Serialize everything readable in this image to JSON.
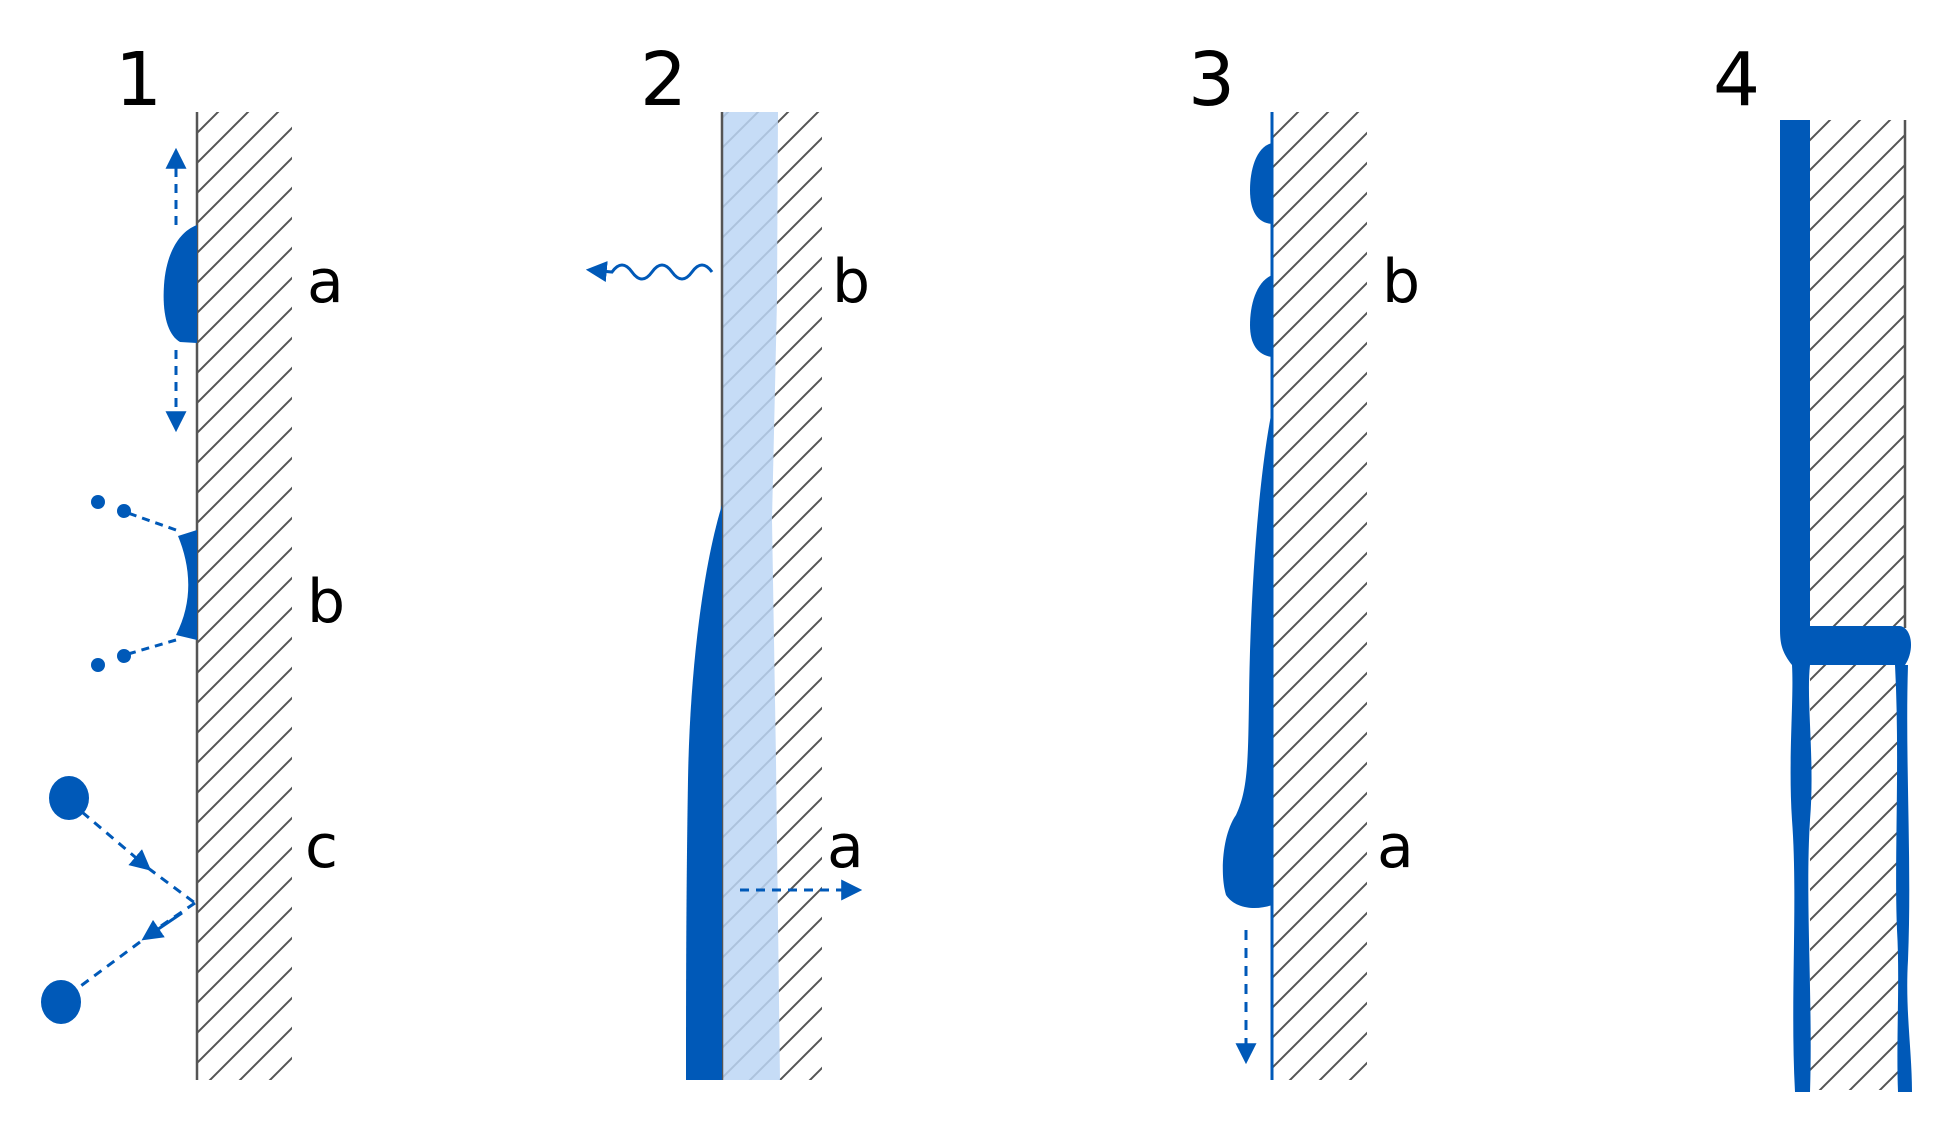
{
  "colors": {
    "liquid": "#0059b8",
    "absorbed_zone": "#bcd6f5",
    "wall_line": "#555555",
    "hatch": "#555555",
    "labels": "#000000"
  },
  "panels": [
    {
      "number": "1",
      "labels": [
        "a",
        "b",
        "c"
      ]
    },
    {
      "number": "2",
      "labels": [
        "b",
        "a"
      ]
    },
    {
      "number": "3",
      "labels": [
        "b",
        "a"
      ]
    },
    {
      "number": "4",
      "labels": []
    }
  ]
}
